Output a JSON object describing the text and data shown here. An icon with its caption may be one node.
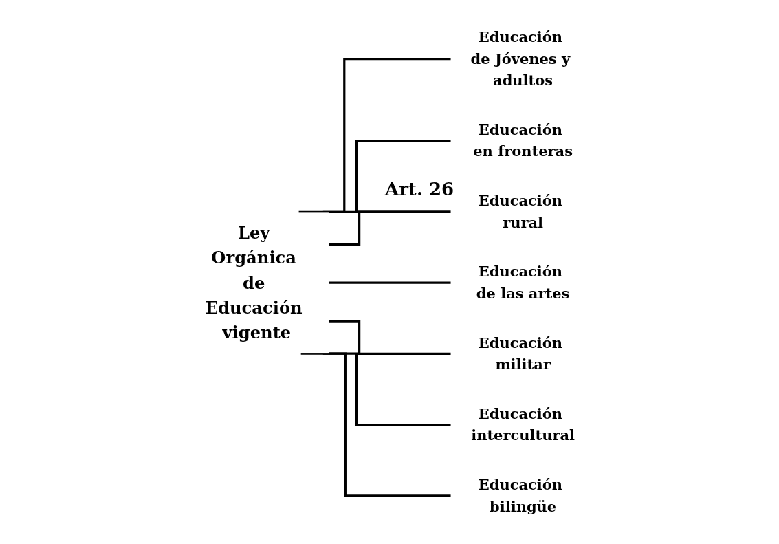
{
  "diagram": {
    "nodes": [
      {
        "text": [
          "Ley Orgánica de Educación vigente"
        ]
      },
      {
        "text": [
          "Educación de Jóvenes y adultos"
        ]
      },
      {
        "text": [
          "Educación en fronteras"
        ]
      },
      {
        "text": [
          "Educación rural"
        ]
      },
      {
        "text": [
          "Educación de las artes"
        ]
      },
      {
        "text": [
          "Educación militar"
        ]
      },
      {
        "text": [
          "Educación intercultural"
        ]
      },
      {
        "text": [
          "Educación bilingüe"
        ]
      }
    ],
    "edges": [
      {
        "from": 0,
        "to": 1,
        "arrow": "none"
      },
      {
        "from": 0,
        "to": 2,
        "arrow": "none"
      },
      {
        "from": 0,
        "to": 3,
        "arrow": "none"
      },
      {
        "from": 0,
        "to": 4,
        "arrow": "none"
      },
      {
        "from": 0,
        "to": 5,
        "arrow": "none"
      },
      {
        "from": 0,
        "to": 6,
        "arrow": "none"
      },
      {
        "from": 0,
        "to": 7,
        "arrow": "none"
      }
    ],
    "labels": [
      "Art. 26"
    ]
  }
}
